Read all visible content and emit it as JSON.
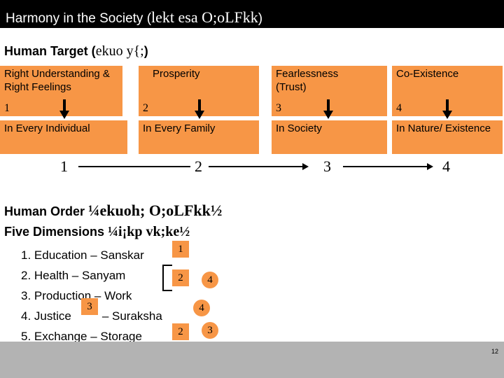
{
  "title": {
    "text": "Harmony in the Society (",
    "serif": "lekt esa O;oLFkk",
    "close": ")"
  },
  "human_target": {
    "label": "Human Target (",
    "serif": "ekuo y{;",
    "close": ")"
  },
  "targets": [
    {
      "label": "Right Understanding & Right Feelings",
      "num": "1"
    },
    {
      "label": "Prosperity",
      "num": "2"
    },
    {
      "label": "Fearlessness (Trust)",
      "num": "3"
    },
    {
      "label": "Co-Existence",
      "num": "4"
    }
  ],
  "scopes": [
    {
      "label": "In Every Individual"
    },
    {
      "label": "In Every Family"
    },
    {
      "label": "In Society"
    },
    {
      "label": "In Nature/ Existence"
    }
  ],
  "flow": [
    "1",
    "2",
    "3",
    "4"
  ],
  "human_order": {
    "label": "Human Order ",
    "serif": "¼ekuoh; O;oLFkk½"
  },
  "five_dims": {
    "label": "Five Dimensions ",
    "serif": "¼i¡kp vk;ke½"
  },
  "dimensions": [
    "1. Education – Sanskar",
    "2. Health – Sanyam",
    "3. Production – Work",
    "4. Justice",
    "– Suraksha",
    "5. Exchange – Storage"
  ],
  "badges": [
    "1",
    "2",
    "4",
    "3",
    "4",
    "2",
    "3"
  ],
  "page_number": "12",
  "colors": {
    "accent": "#f79646",
    "title_bg": "#000000",
    "footer_bg": "#b3b3b3"
  }
}
